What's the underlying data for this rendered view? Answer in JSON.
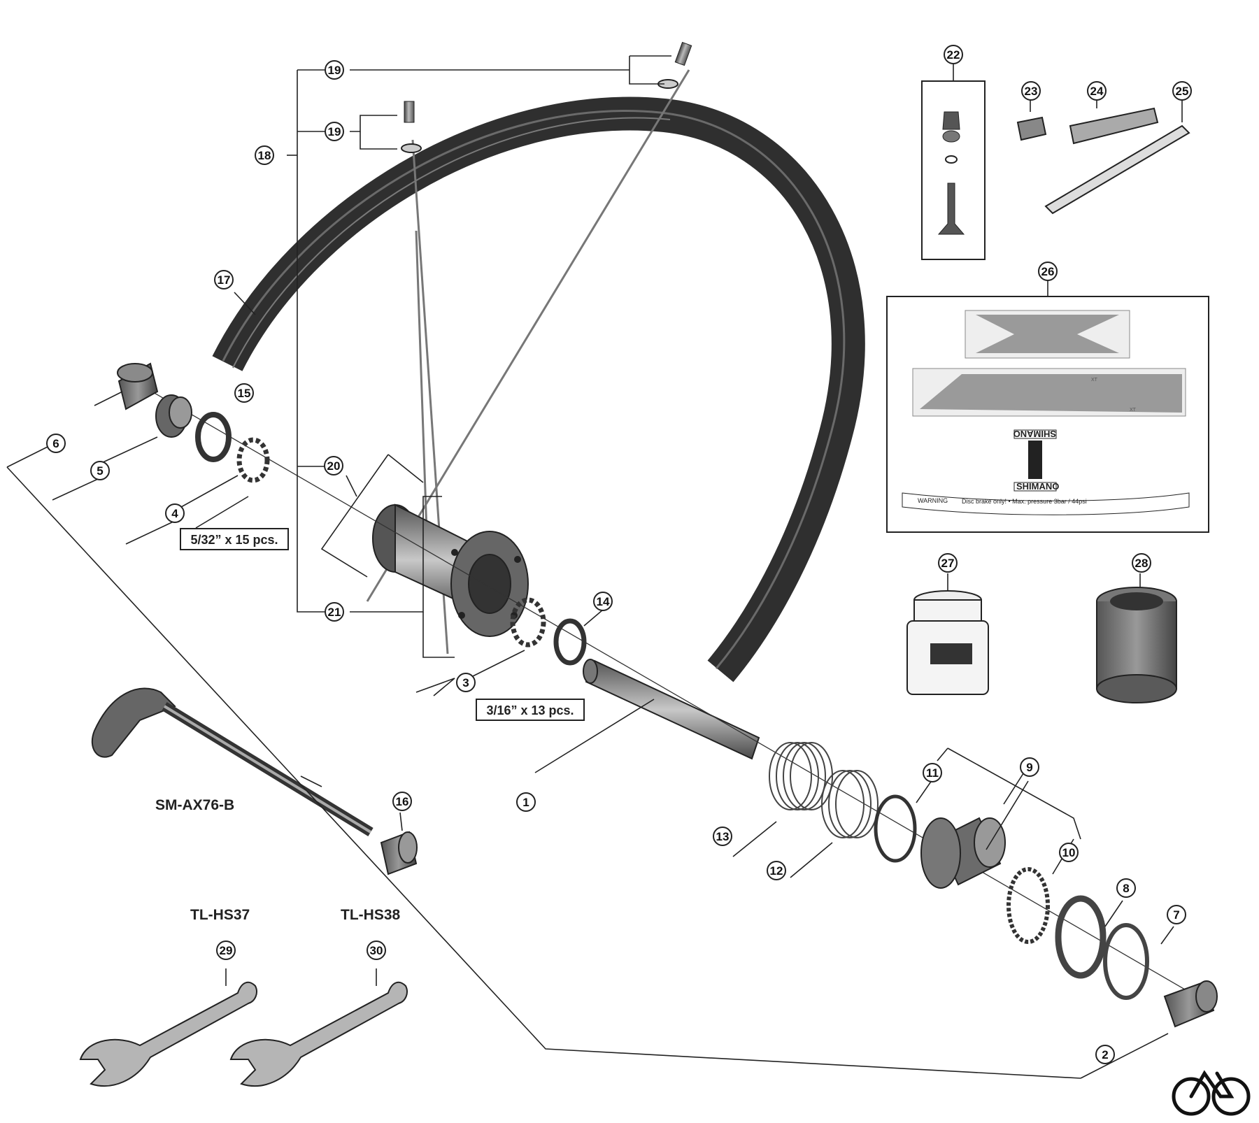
{
  "callouts": [
    "1",
    "2",
    "3",
    "4",
    "5",
    "6",
    "7",
    "8",
    "9",
    "10",
    "11",
    "12",
    "13",
    "14",
    "15",
    "16",
    "17",
    "18",
    "19",
    "20",
    "21",
    "22",
    "23",
    "24",
    "25",
    "26",
    "27",
    "28",
    "29",
    "30"
  ],
  "labels": {
    "axle": "SM-AX76-B",
    "tool_1": "TL-HS37",
    "tool_2": "TL-HS38",
    "balls_left": "5/32” x 15 pcs.",
    "balls_right": "3/16” x 13 pcs."
  },
  "decal": {
    "warning": "WARNING",
    "warning_text": "Disc brake only!  • Max. pressure 3bar / 44psi",
    "brand_top": "SHIMANO",
    "brand_bottom": "SHIMANO",
    "model_small": "XT",
    "model_small_2": "XT"
  },
  "logo": "bicycle-logo",
  "colors": {
    "line": "#222222",
    "rim": "#3c3c3c",
    "decal_gray": "#9a9a9a"
  }
}
